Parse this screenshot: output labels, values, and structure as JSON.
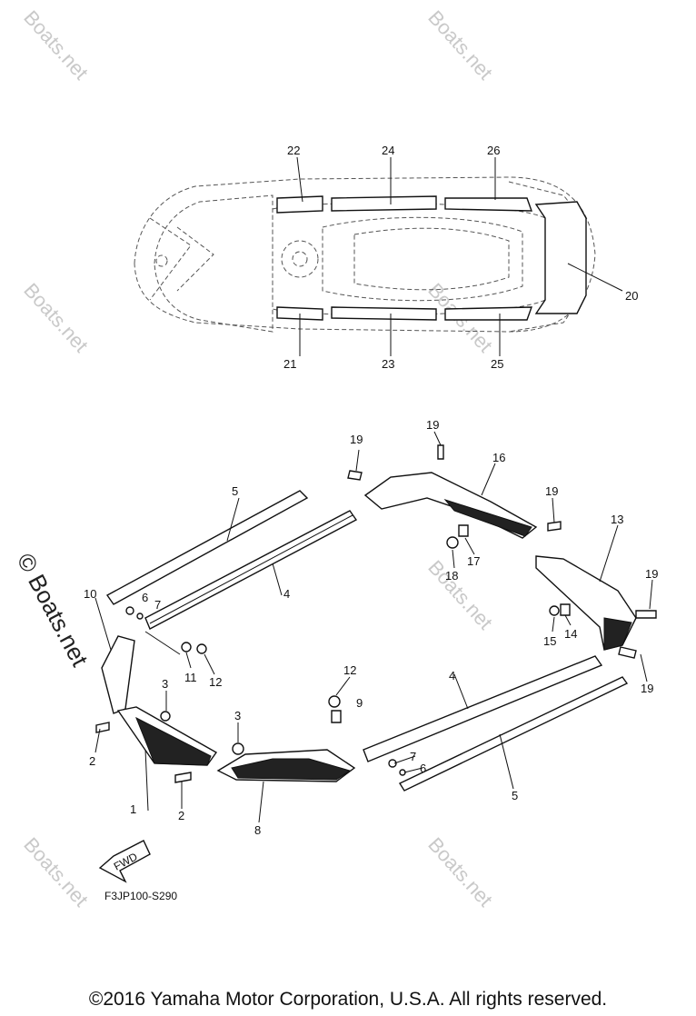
{
  "watermark": "© Boats.net",
  "watermark_small": "Boats.net",
  "figure_code": "F3JP100-S290",
  "fwd_label": "FWD",
  "copyright": "©2016 Yamaha Motor Corporation, U.S.A. All rights reserved.",
  "callouts": {
    "c1": "1",
    "c2a": "2",
    "c2b": "2",
    "c3a": "3",
    "c3b": "3",
    "c4a": "4",
    "c4b": "4",
    "c5a": "5",
    "c5b": "5",
    "c6a": "6",
    "c6b": "6",
    "c7a": "7",
    "c7b": "7",
    "c8": "8",
    "c9": "9",
    "c10": "10",
    "c11": "11",
    "c12a": "12",
    "c12b": "12",
    "c13": "13",
    "c14": "14",
    "c15": "15",
    "c16": "16",
    "c17": "17",
    "c18": "18",
    "c19a": "19",
    "c19b": "19",
    "c19c": "19",
    "c19d": "19",
    "c19e": "19",
    "c20": "20",
    "c21": "21",
    "c22": "22",
    "c23": "23",
    "c24": "24",
    "c25": "25",
    "c26": "26"
  }
}
